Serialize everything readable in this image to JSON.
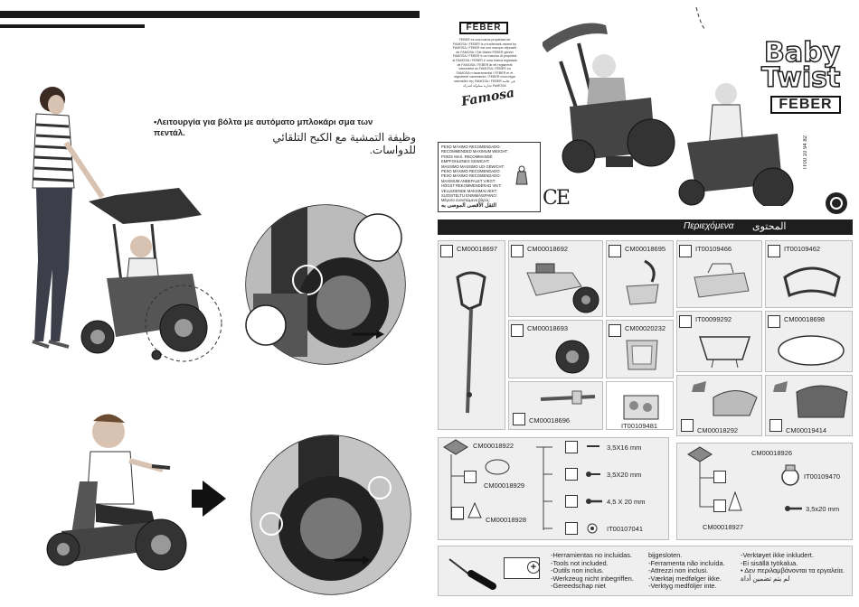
{
  "left": {
    "greek_caption": "•Λειτουργία για βόλτα με αυτόματο μπλοκάρι σμα των πεντάλ.",
    "arabic_caption": "وظيفة التمشية مع الكبح التلقائي للدواسات."
  },
  "right": {
    "brand": "FEBER",
    "brand_notice": "FEBER es una marca propiedad de FAMOSA / FEBER is a trademark owned by FAMOSA / FEBER est une marque déposée de FAMOSA / Die Marke FEBER gehört FAMOSA / FEBER è un marchio di proprietà di FAMOSA / FEBER é uma marca registada de FAMOSA / FEBER är ett registrerat varumärke av FAMOSA / FEBER on FAMOSA:n tavaramerkki / FEBER er et registreret varemærke / FEBER είναι σήμα κατατεθέν της FAMOSA / FEBER هي علامة تجارية مملوكة لشركة FAMOSA",
    "famosa": "Famosa",
    "product_title_line1": "Baby",
    "product_title_line2": "Twist",
    "product_brand": "FEBER",
    "ref_code": "IT00 10 94 82",
    "weight_lines": [
      "PESO MÁXIMO RECOMENDADO:",
      "RECOMMENDED MAXIMUM WEIGHT:",
      "POIDS MAX. RECOMMANDÉ:",
      "EMPFOHLENES GEWICHT:",
      "MASSIMO MASSIMO LEI GEWICHT:",
      "PESO MÁXIMO RECOMENDADO:",
      "PESO MÁXIMO RECOMENDADO:",
      "MAXIMUM ANBEFALET VÆGT:",
      "HÖGST REKOMMENDERAD VIKT:",
      "VELLEDENDE MAKSIMALVEKT:",
      "SUOSITELTU ENIMMÄISPAINO:",
      "Μέγιστο συνιστώμενο βάρος:",
      "الثقل الأقصى الموصى به"
    ],
    "ce_mark": "CE",
    "contents_greek": "Περιεχόμενα",
    "contents_arabic": "المحتوى",
    "parts": [
      {
        "code": "CM00018697"
      },
      {
        "code": "CM00018692"
      },
      {
        "code": "CM00018695"
      },
      {
        "code": "IT00109466"
      },
      {
        "code": "IT00109462"
      },
      {
        "code": "CM00018693"
      },
      {
        "code": "CM00020232"
      },
      {
        "code": "IT00099292"
      },
      {
        "code": "CM00018698"
      },
      {
        "code": "CM00018696"
      },
      {
        "code": "IT00109481"
      },
      {
        "code": "CM00018292"
      },
      {
        "code": "CM00019414"
      }
    ],
    "hardware_left": {
      "bag_code": "CM00018922",
      "sub1": "CM00018929",
      "sub2": "CM00018928",
      "screws": [
        "3,5X16 mm",
        "3,5X20 mm",
        "4,5 X 20 mm",
        "IT00107041"
      ]
    },
    "hardware_right": {
      "bag_code": "CM00018926",
      "sub1": "IT00109470",
      "sub2": "CM00018927",
      "screw": "3,5x20 mm"
    },
    "tools_col1": [
      "-Herramientas no incluidas.",
      "-Tools not included.",
      "-Outils non inclus.",
      "-Werkzeug nicht inbegriffen.",
      "-Gereedschap niet"
    ],
    "tools_col2": [
      "bijgesloten.",
      "-Ferramenta não incluída.",
      "-Attrezzi non inclusi.",
      "-Værktøj medfølger ikke.",
      "-Verktyg medföljer inte."
    ],
    "tools_col3": [
      "-Verktøyet ikke inkludert.",
      "-Ei sisällä työkalua.",
      "• Δεν περιλαμβάνονται τα εργαλεία.",
      "لم يتم تضمين أداة"
    ]
  }
}
